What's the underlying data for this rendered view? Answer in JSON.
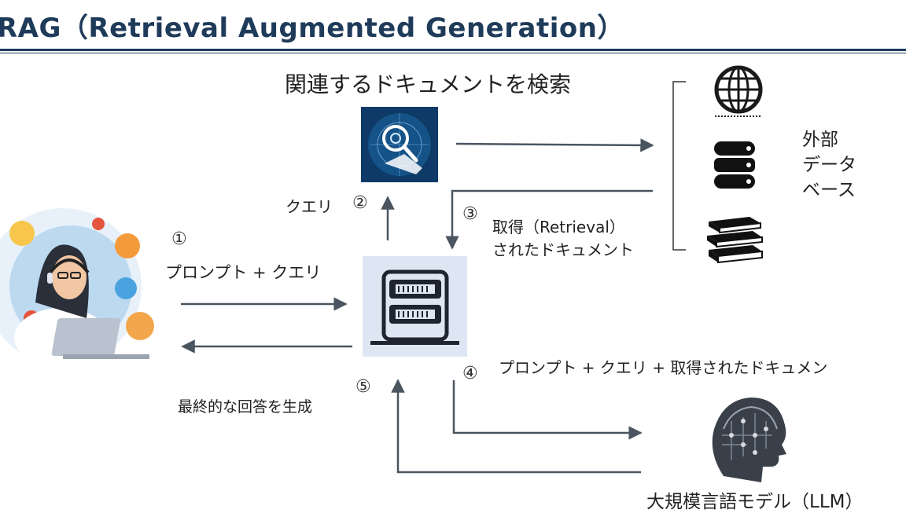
{
  "title": "RAG（Retrieval Augmented Generation）",
  "search_label": "関連するドキュメントを検索",
  "query_label": "クエリ",
  "step2": "②",
  "step1": "①",
  "prompt_query_label": "プロンプト + クエリ",
  "step3": "③",
  "retrieval_line1": "取得（Retrieval）",
  "retrieval_line2": "されたドキュメント",
  "external_db_line1": "外部",
  "external_db_line2": "データ",
  "external_db_line3": "ベース",
  "step4": "④",
  "prompt_query_docs_label": "プロンプト + クエリ + 取得されたドキュメン",
  "step5": "⑤",
  "final_answer_label": "最終的な回答を生成",
  "llm_label": "大規模言語モデル（LLM）",
  "icons": [
    "user-laptop-icon",
    "search-magnifier-icon",
    "server-icon",
    "globe-icon",
    "database-icon",
    "books-icon",
    "ai-brain-icon"
  ],
  "colors": {
    "title": "#1f3b5a",
    "arrow": "#4a5560",
    "server_bg": "#dde6f3",
    "search_bg": "#0d3a66"
  }
}
